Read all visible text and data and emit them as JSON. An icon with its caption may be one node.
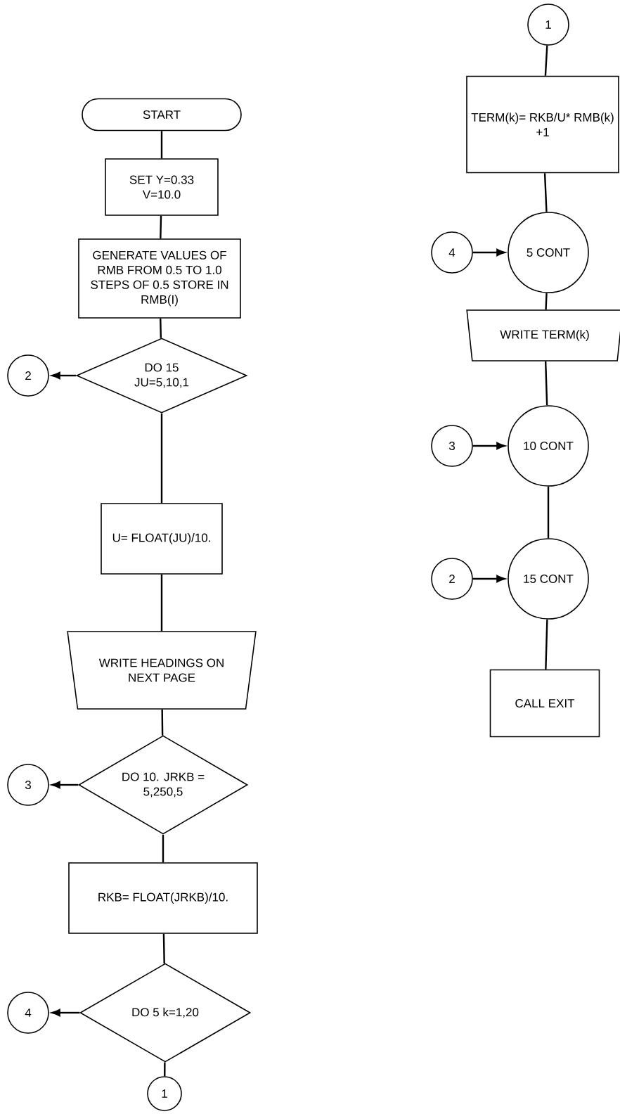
{
  "diagram": {
    "nodes": [
      {
        "text": [
          "START"
        ]
      },
      {
        "text": [
          "SET Y=0.33 V=10.0"
        ]
      },
      {
        "text": [
          "GENERATE VALUES OF RMB FROM 0.5 TO 1.0 STEPS OF 0.5 STORE IN RMB(I)"
        ]
      },
      {
        "text": [
          "DO 15 JU=5,10,1"
        ]
      },
      {
        "text": [
          "2"
        ]
      },
      {
        "text": [
          "U= FLOAT(JU)/10."
        ]
      },
      {
        "text": [
          "WRITE HEADINGS ON NEXT PAGE"
        ]
      },
      {
        "text": [
          "DO 10. JRKB = 5,250,5"
        ]
      },
      {
        "text": [
          "3"
        ]
      },
      {
        "text": [
          "RKB= FLOAT(JRKB)/10."
        ]
      },
      {
        "text": [
          "DO 5 k=1,20"
        ]
      },
      {
        "text": [
          "4"
        ]
      },
      {
        "text": [
          "1"
        ]
      },
      {
        "text": [
          "1"
        ]
      },
      {
        "text": [
          "TERM(k)= RKB/U* RMB(k) +1"
        ]
      },
      {
        "text": [
          "5 CONT"
        ]
      },
      {
        "text": [
          "4"
        ]
      },
      {
        "text": [
          "WRITE TERM(k)"
        ]
      },
      {
        "text": [
          "10 CONT"
        ]
      },
      {
        "text": [
          "3"
        ]
      },
      {
        "text": [
          "15 CONT"
        ]
      },
      {
        "text": [
          "2"
        ]
      },
      {
        "text": [
          "CALL EXIT"
        ]
      }
    ],
    "edges": [
      {
        "from": 0,
        "to": 1,
        "arrow": "none"
      },
      {
        "from": 1,
        "to": 2,
        "arrow": "none"
      },
      {
        "from": 2,
        "to": 3,
        "arrow": "none"
      },
      {
        "from": 3,
        "to": 4,
        "arrow": "to"
      },
      {
        "from": 3,
        "to": 5,
        "arrow": "none"
      },
      {
        "from": 5,
        "to": 6,
        "arrow": "none"
      },
      {
        "from": 6,
        "to": 7,
        "arrow": "none"
      },
      {
        "from": 7,
        "to": 8,
        "arrow": "to"
      },
      {
        "from": 7,
        "to": 9,
        "arrow": "none"
      },
      {
        "from": 9,
        "to": 10,
        "arrow": "none"
      },
      {
        "from": 10,
        "to": 11,
        "arrow": "to"
      },
      {
        "from": 10,
        "to": 12,
        "arrow": "none"
      },
      {
        "from": 13,
        "to": 14,
        "arrow": "none"
      },
      {
        "from": 14,
        "to": 15,
        "arrow": "none"
      },
      {
        "from": 16,
        "to": 15,
        "arrow": "to"
      },
      {
        "from": 15,
        "to": 17,
        "arrow": "none"
      },
      {
        "from": 17,
        "to": 18,
        "arrow": "none"
      },
      {
        "from": 19,
        "to": 18,
        "arrow": "to"
      },
      {
        "from": 18,
        "to": 20,
        "arrow": "none"
      },
      {
        "from": 21,
        "to": 20,
        "arrow": "to"
      },
      {
        "from": 20,
        "to": 22,
        "arrow": "none"
      }
    ]
  }
}
